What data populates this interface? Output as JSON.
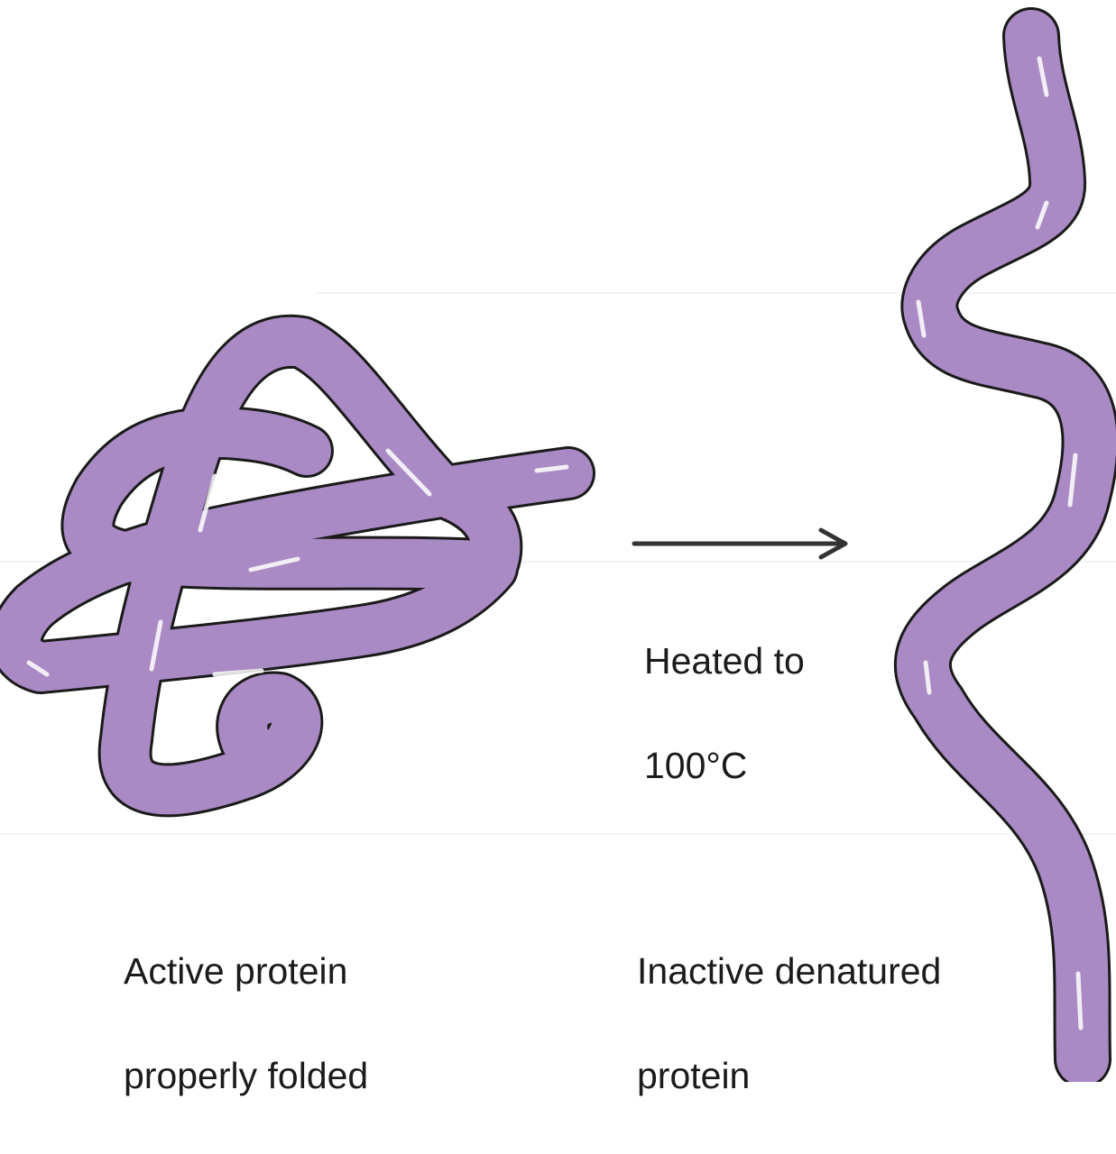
{
  "diagram": {
    "process_label": {
      "line1": "Heated to",
      "line2": "100°C"
    },
    "left_caption": {
      "line1": "Active protein",
      "line2": "properly folded"
    },
    "right_caption": {
      "line1": "Inactive denatured",
      "line2": "protein"
    },
    "colors": {
      "protein_fill": "#a98ac4",
      "outline": "#1a1a1a",
      "arrow": "#333333",
      "highlight": "#ffffff",
      "faint_rule": "#e6e6f4"
    }
  }
}
